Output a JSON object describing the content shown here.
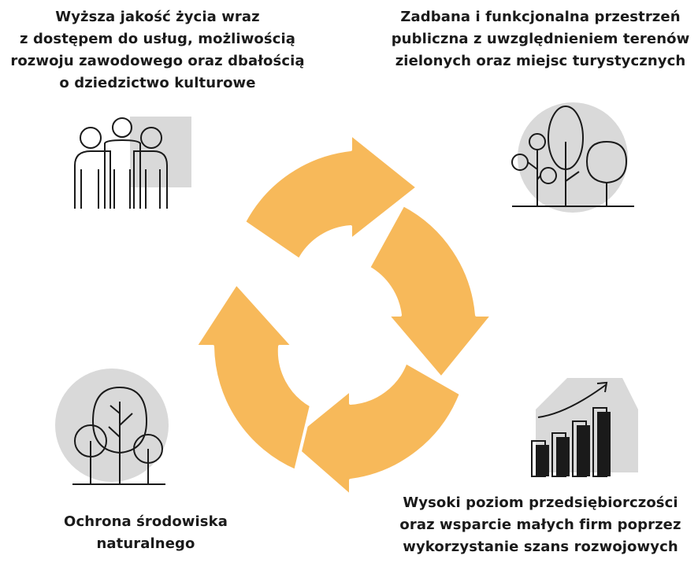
{
  "captions": {
    "top_left": [
      "Wyższa jakość życia wraz",
      "z dostępem do usług, możliwością",
      "rozwoju zawodowego oraz dbałością",
      "o dziedzictwo kulturowe"
    ],
    "top_right": [
      "Zadbana i funkcjonalna przestrzeń",
      "publiczna z uwzględnieniem terenów",
      "zielonych oraz miejsc turystycznych"
    ],
    "bottom_left": [
      "Ochrona środowiska",
      "naturalnego"
    ],
    "bottom_right": [
      "Wysoki poziom przedsiębiorczości",
      "oraz wsparcie małych firm poprzez",
      "wykorzystanie szans rozwojowych"
    ]
  },
  "icons": [
    "people-icon",
    "trees-icon",
    "growth-chart-icon",
    "forest-icon"
  ],
  "colors": {
    "cycle": "#f7b95a",
    "icon_bg": "#d9d9d9",
    "line": "#1a1a1a"
  }
}
